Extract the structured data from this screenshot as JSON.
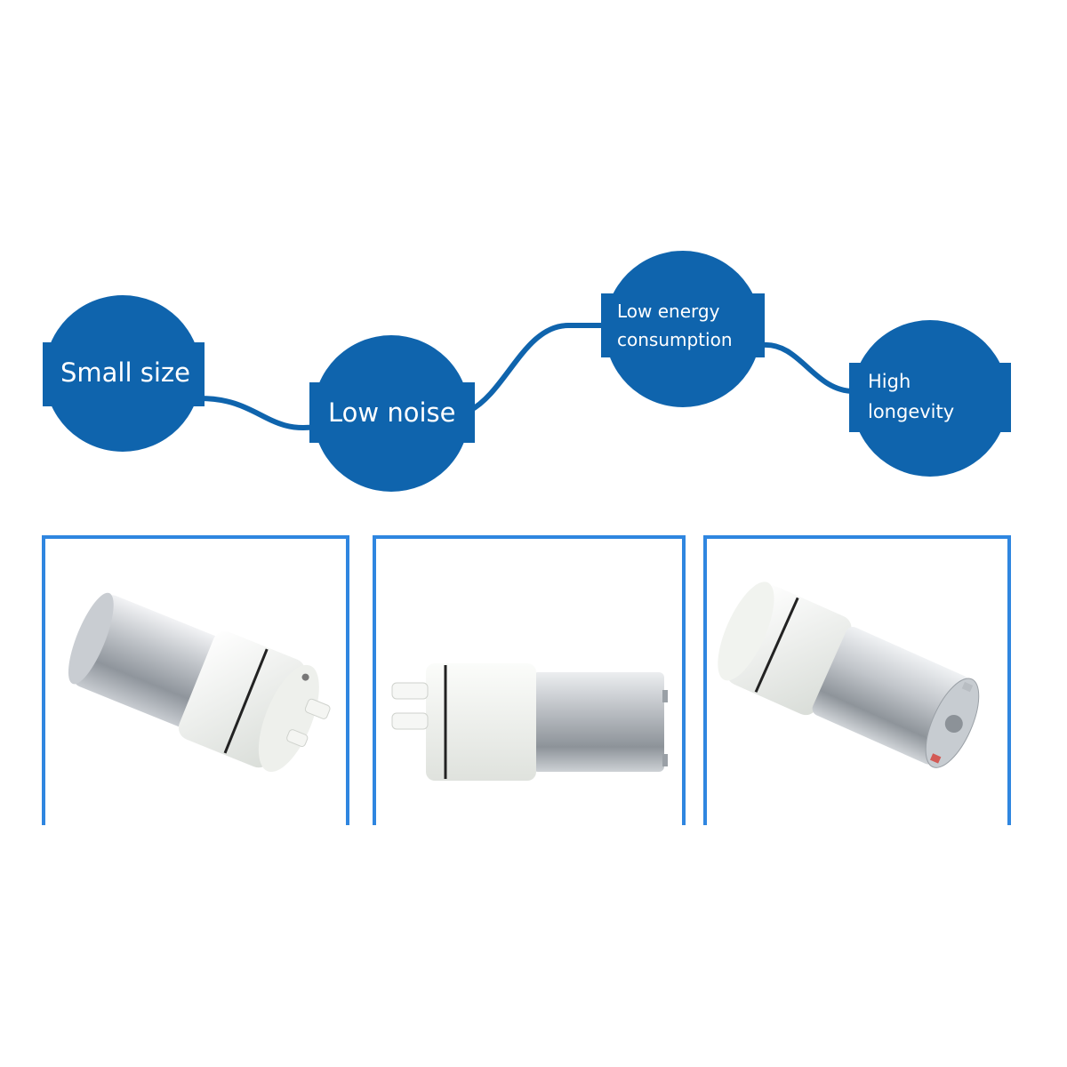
{
  "features": [
    {
      "label": "Small size"
    },
    {
      "label": "Low noise"
    },
    {
      "label_lines": [
        "Low energy",
        "consumption"
      ]
    },
    {
      "label_lines": [
        "High",
        "longevity"
      ]
    }
  ],
  "colors": {
    "badge_blue": "#0f64ad",
    "frame_blue": "#2f86e0",
    "background": "#ffffff"
  },
  "photos": [
    {
      "view": "angled front view of air pump with motor"
    },
    {
      "view": "side view of air pump with motor"
    },
    {
      "view": "angled rear view showing motor end terminals"
    }
  ]
}
